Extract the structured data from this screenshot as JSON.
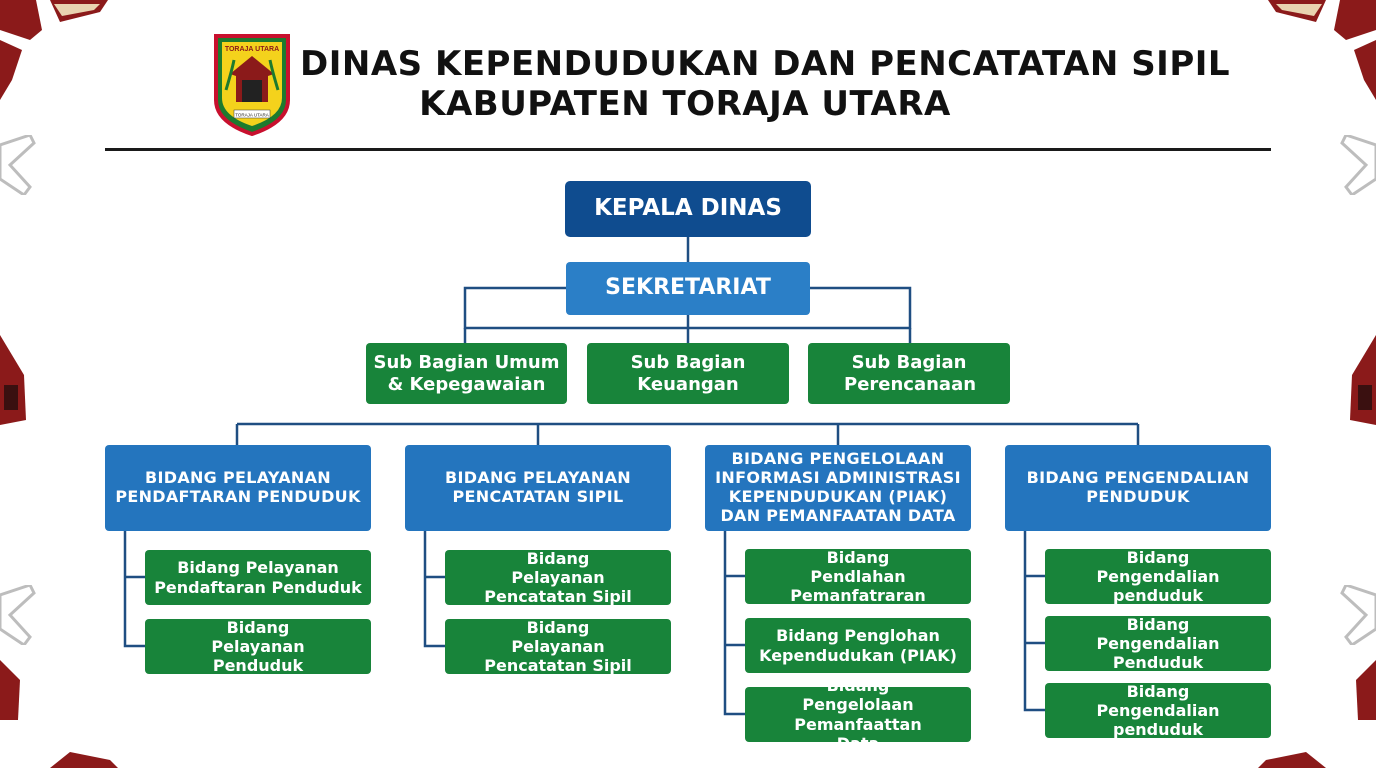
{
  "header": {
    "title_line1": "DINAS KEPENDUDUKAN DAN PENCATATAN SIPIL",
    "title_line2": "KABUPATEN TORAJA UTARA",
    "emblem_top_text": "TORAJA UTARA",
    "emblem_bottom_text": "TORAJA UTARA"
  },
  "colors": {
    "navy": "#0f4c8f",
    "blue": "#2475be",
    "green": "#18843a",
    "ornament_red": "#8b1a1a",
    "line": "#1f4e82"
  },
  "org": {
    "kepala": "KEPALA DINAS",
    "sekretariat": "SEKRETARIAT",
    "sub_bagian": [
      "Sub Bagian Umum & Kepegawaian",
      "Sub Bagian Keuangan",
      "Sub Bagian Perencanaan"
    ],
    "bidang": [
      {
        "name": "BIDANG PELAYANAN PENDAFTARAN PENDUDUK",
        "subs": [
          "Bidang Pelayanan Pendaftaran Penduduk",
          "Bidang Pelayanan Penduduk"
        ]
      },
      {
        "name": "BIDANG PELAYANAN PENCATATAN SIPIL",
        "subs": [
          "Bidang Pelayanan Pencatatan Sipil",
          "Bidang Pelayanan Pencatatan Sipil"
        ]
      },
      {
        "name": "BIDANG PENGELOLAAN INFORMASI ADMINISTRASI KEPENDUDUKAN (PIAK) DAN PEMANFAATAN DATA",
        "subs": [
          "Bidang Pendlahan Pemanfatraran",
          "Bidang Penglohan Kependudukan (PIAK)",
          "Bidang Pengelolaan Pemanfaattan Data"
        ]
      },
      {
        "name": "BIDANG PENGENDALIAN PENDUDUK",
        "subs": [
          "Bidang Pengendalian penduduk",
          "Bidang Pengendalian Penduduk",
          "Bidang Pengendalian penduduk"
        ]
      }
    ]
  }
}
